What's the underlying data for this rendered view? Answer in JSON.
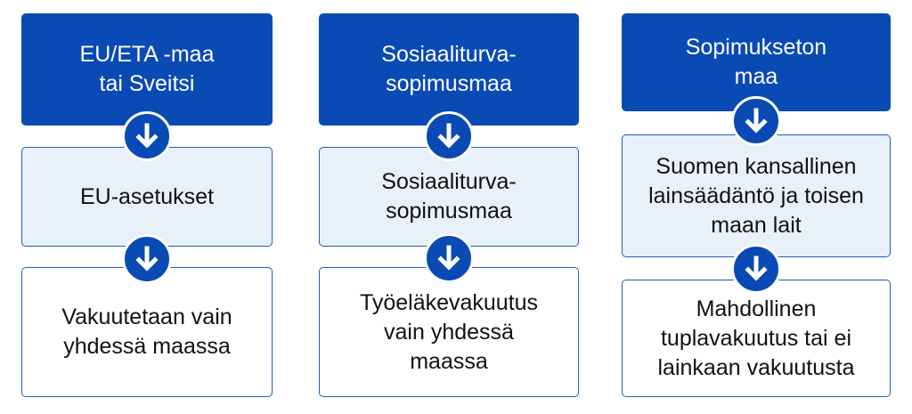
{
  "columns": [
    {
      "top": "EU/ETA -maa\ntai Sveitsi",
      "middle": "EU-asetukset",
      "bottom": "Vakuutetaan vain\nyhdessä maassa"
    },
    {
      "top": "Sosiaaliturva-\nsopimusmaa",
      "middle": "Sosiaaliturva-\nsopimusmaa",
      "bottom": "Työeläkevakuutus\nvain yhdessä\nmaassa"
    },
    {
      "top": "Sopimukseton\nmaa",
      "middle": "Suomen kansallinen\nlainsäädäntö ja toisen\nmaan lait",
      "bottom": "Mahdollinen\ntuplavakuutus tai ei\nlainkaan vakuutusta"
    }
  ],
  "icons": {
    "connector": "arrow-down-icon"
  },
  "colors": {
    "dark": "#0a4ab5",
    "light": "#e8f0f9",
    "border": "#1f5fb8"
  }
}
